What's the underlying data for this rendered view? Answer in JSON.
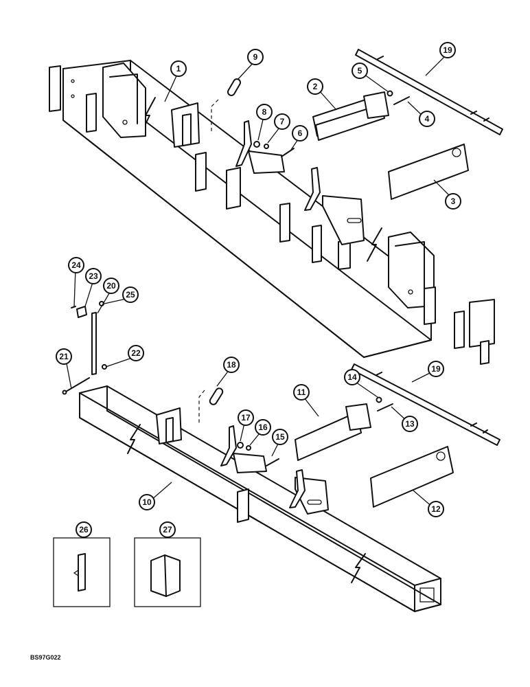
{
  "diagram": {
    "drawing_code": "BS97G022",
    "callouts": [
      "1",
      "2",
      "3",
      "4",
      "5",
      "6",
      "7",
      "8",
      "9",
      "10",
      "11",
      "12",
      "13",
      "14",
      "15",
      "16",
      "17",
      "18",
      "19",
      "19",
      "20",
      "21",
      "22",
      "23",
      "24",
      "25",
      "26",
      "27"
    ]
  }
}
